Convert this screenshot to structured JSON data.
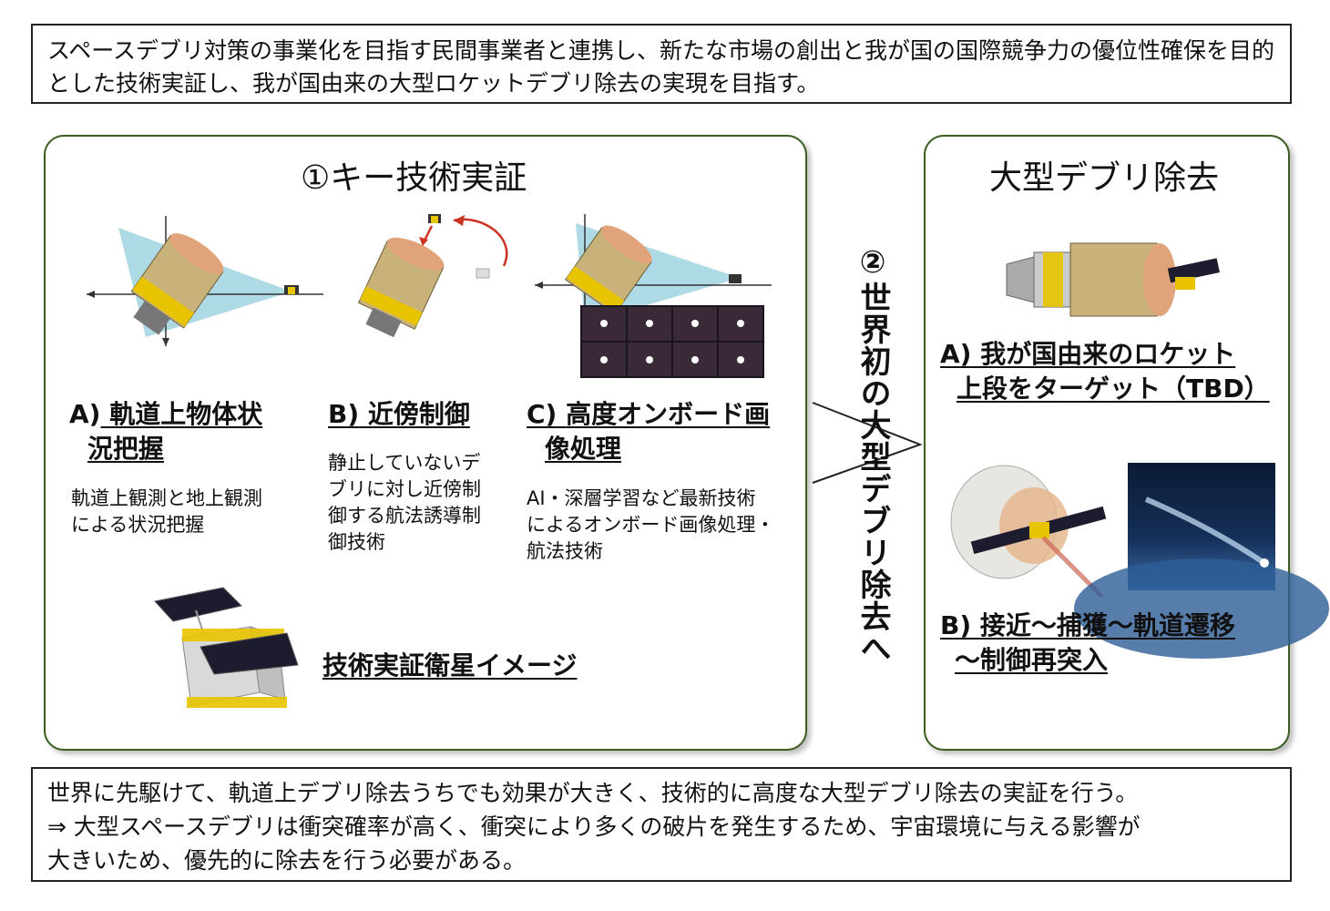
{
  "top_text": "スペースデブリ対策の事業化を目指す民間事業者と連携し、新たな市場の創出と我が国の国際競争力の優位性確保を目的とした技術実証し、我が国由来の大型ロケットデブリ除去の実現を目指す。",
  "left_panel": {
    "title": "①キー技術実証",
    "items": [
      {
        "prefix": "A)",
        "label_line1": "軌道上物体状",
        "label_line2": "況把握",
        "desc_line1": "軌道上観測と地上観測",
        "desc_line2": "による状況把握"
      },
      {
        "prefix": "B)",
        "label_line1": "近傍制御",
        "desc_line1": "静止していないデ",
        "desc_line2": "ブリに対し近傍制",
        "desc_line3": "御する航法誘導制",
        "desc_line4": "御技術"
      },
      {
        "prefix": "C)",
        "label_line1": "高度オンボード画",
        "label_line2": "像処理",
        "desc_line1": "AI・深層学習など最新技術",
        "desc_line2": "によるオンボード画像処理・",
        "desc_line3": "航法技術"
      }
    ],
    "satellite_label": "技術実証衛星イメージ"
  },
  "arrow_label": "②世界初の大型デブリ除去へ",
  "right_panel": {
    "title": "大型デブリ除去",
    "item_a_line1": "A) 我が国由来のロケット",
    "item_a_line2": "上段をターゲット（TBD）",
    "item_b_line1": "B) 接近～捕獲～軌道遷移",
    "item_b_line2": "～制御再突入"
  },
  "bottom_text": {
    "line1": "世界に先駆けて、軌道上デブリ除去うちでも効果が大きく、技術的に高度な大型デブリ除去の実証を行う。",
    "line2": "⇒ 大型スペースデブリは衝突確率が高く、衝突により多くの破片を発生するため、宇宙環境に与える影響が",
    "line3": "大きいため、優先的に除去を行う必要がある。"
  },
  "colors": {
    "panel_border": "#3b5e1f",
    "rocket_body": "#c9b27a",
    "cone": "#e0a37a",
    "fov": "#9fd3e0",
    "arrow_red": "#cc3322",
    "gold": "#e8c400"
  }
}
